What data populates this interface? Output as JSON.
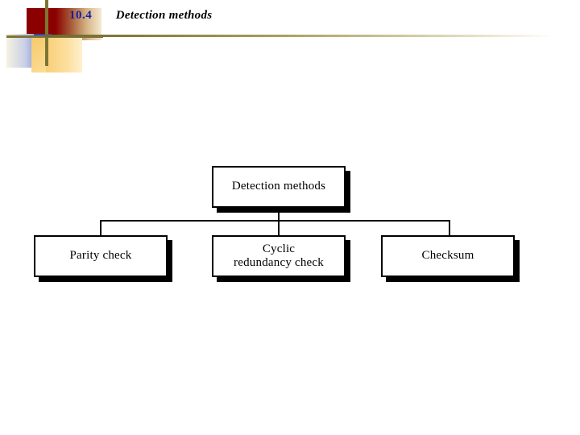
{
  "slide": {
    "background_color": "#ffffff",
    "header": {
      "section_number": "10.4",
      "section_title": "Detection methods",
      "number_color": "#1a1aa8",
      "title_color": "#000000",
      "rule_color": "#7d7434",
      "decoration": {
        "red_square_color": "#8b0000",
        "blue_square_color": "#2f44b8",
        "orange_square_color": "#f7c96b",
        "crosshair_color": "#7d7434"
      }
    }
  },
  "chart_data": {
    "type": "diagram",
    "diagram_kind": "org-chart",
    "title": "Detection methods",
    "root": {
      "id": "root",
      "label": "Detection methods"
    },
    "nodes": [
      {
        "id": "node-0",
        "label": "Parity check",
        "lines": [
          "Parity check"
        ]
      },
      {
        "id": "node-1",
        "label": "Cyclic redundancy check",
        "lines": [
          "Cyclic",
          "redundancy check"
        ]
      },
      {
        "id": "node-2",
        "label": "Checksum",
        "lines": [
          "Checksum"
        ]
      }
    ],
    "edges": [
      {
        "from": "root",
        "to": "node-0"
      },
      {
        "from": "root",
        "to": "node-1"
      },
      {
        "from": "root",
        "to": "node-2"
      }
    ],
    "style": {
      "box_fill": "#ffffff",
      "box_border": "#000000",
      "shadow_color": "#000000",
      "connector_color": "#000000"
    }
  }
}
